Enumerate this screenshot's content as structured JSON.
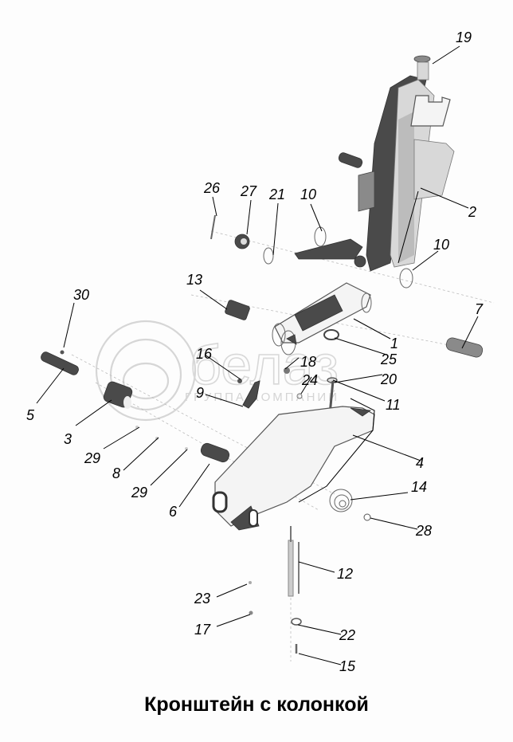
{
  "caption": "Кронштейн с колонкой",
  "watermark": {
    "brand": "белаз",
    "subtitle": "ГРУППА КОМПАНИЙ"
  },
  "callouts": [
    {
      "id": "19",
      "label": "19"
    },
    {
      "id": "2",
      "label": "2"
    },
    {
      "id": "26",
      "label": "26"
    },
    {
      "id": "27",
      "label": "27"
    },
    {
      "id": "21",
      "label": "21"
    },
    {
      "id": "10a",
      "label": "10"
    },
    {
      "id": "10b",
      "label": "10"
    },
    {
      "id": "13",
      "label": "13"
    },
    {
      "id": "30",
      "label": "30"
    },
    {
      "id": "7",
      "label": "7"
    },
    {
      "id": "1",
      "label": "1"
    },
    {
      "id": "25",
      "label": "25"
    },
    {
      "id": "16",
      "label": "16"
    },
    {
      "id": "18",
      "label": "18"
    },
    {
      "id": "20",
      "label": "20"
    },
    {
      "id": "24",
      "label": "24"
    },
    {
      "id": "11",
      "label": "11"
    },
    {
      "id": "9",
      "label": "9"
    },
    {
      "id": "5",
      "label": "5"
    },
    {
      "id": "3",
      "label": "3"
    },
    {
      "id": "4",
      "label": "4"
    },
    {
      "id": "29a",
      "label": "29"
    },
    {
      "id": "8",
      "label": "8"
    },
    {
      "id": "29b",
      "label": "29"
    },
    {
      "id": "14",
      "label": "14"
    },
    {
      "id": "6",
      "label": "6"
    },
    {
      "id": "28",
      "label": "28"
    },
    {
      "id": "12",
      "label": "12"
    },
    {
      "id": "23",
      "label": "23"
    },
    {
      "id": "17",
      "label": "17"
    },
    {
      "id": "22",
      "label": "22"
    },
    {
      "id": "15",
      "label": "15"
    }
  ]
}
